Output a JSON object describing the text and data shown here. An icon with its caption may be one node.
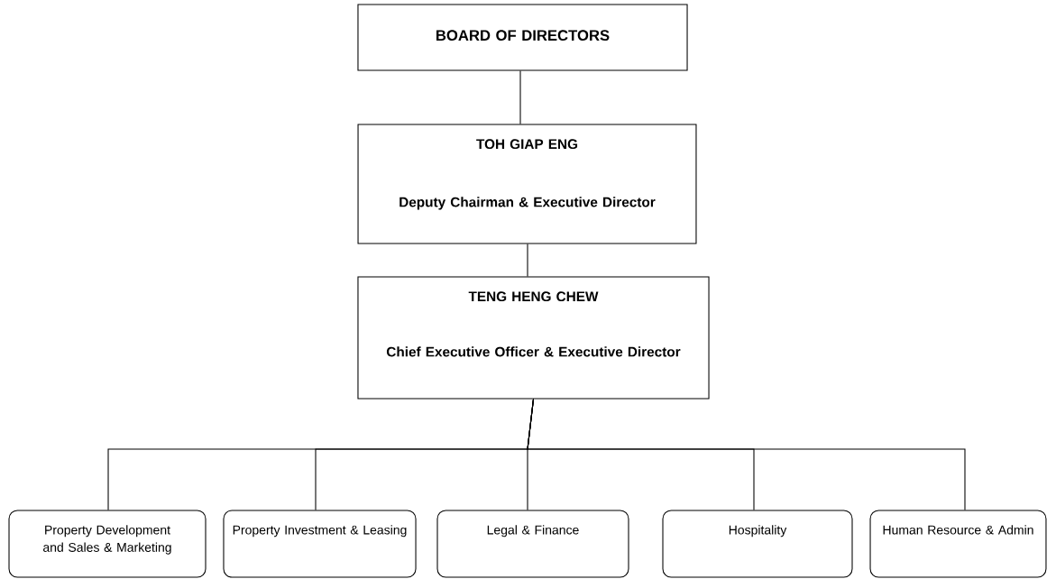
{
  "diagram": {
    "nodes": [
      {
        "text": [
          "BOARD OF DIRECTORS"
        ]
      },
      {
        "text": [
          "TOH GIAP ENG",
          "Deputy Chairman & Executive Director"
        ]
      },
      {
        "text": [
          "TENG HENG CHEW",
          "Chief Executive Officer & Executive Director"
        ]
      },
      {
        "text": [
          "Property Development and Sales & Marketing"
        ]
      },
      {
        "text": [
          "Property Investment & Leasing"
        ]
      },
      {
        "text": [
          "Legal & Finance"
        ]
      },
      {
        "text": [
          "Hospitality"
        ]
      },
      {
        "text": [
          "Human Resource & Admin"
        ]
      }
    ],
    "edges": [
      {
        "from": 0,
        "to": 1,
        "arrow": "none"
      },
      {
        "from": 1,
        "to": 2,
        "arrow": "none"
      },
      {
        "from": 2,
        "to": 3,
        "arrow": "none"
      },
      {
        "from": 2,
        "to": 4,
        "arrow": "none"
      },
      {
        "from": 2,
        "to": 5,
        "arrow": "none"
      },
      {
        "from": 2,
        "to": 6,
        "arrow": "none"
      },
      {
        "from": 2,
        "to": 7,
        "arrow": "none"
      }
    ]
  }
}
